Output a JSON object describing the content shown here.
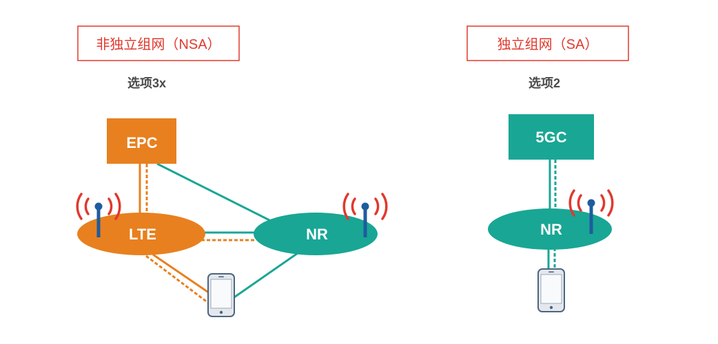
{
  "nsa": {
    "title": "非独立组网（NSA）",
    "option": "选项3x",
    "core": "EPC",
    "lte": "LTE",
    "nr": "NR"
  },
  "sa": {
    "title": "独立组网（SA）",
    "option": "选项2",
    "core": "5GC",
    "nr": "NR"
  },
  "icons": [
    "antenna-icon",
    "phone-icon"
  ],
  "colors": {
    "orange": "#e8801f",
    "teal": "#19a695",
    "red": "#e0392d",
    "antenna": "#1e5c9e",
    "phone": "#4d6480"
  }
}
